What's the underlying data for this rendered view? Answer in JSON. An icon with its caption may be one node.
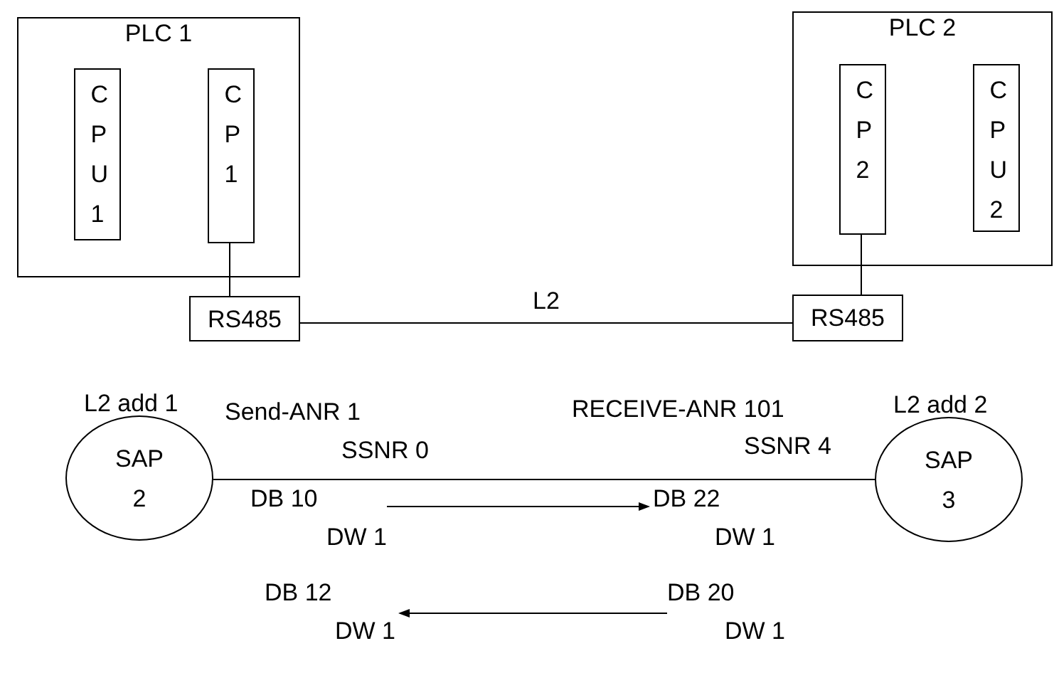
{
  "diagram": {
    "nodes": [
      {
        "text": [
          "PLC 1"
        ]
      },
      {
        "text": [
          "C P U 1"
        ],
        "in": 0
      },
      {
        "text": [
          "C P 1"
        ],
        "in": 0
      },
      {
        "text": [
          "PLC 2"
        ]
      },
      {
        "text": [
          "C P 2"
        ],
        "in": 3
      },
      {
        "text": [
          "C P U 2"
        ],
        "in": 3
      },
      {
        "text": [
          "RS485"
        ]
      },
      {
        "text": [
          "RS485"
        ]
      },
      {
        "text": [
          "SAP 2"
        ],
        "beside": [
          "L2 add 1"
        ]
      },
      {
        "text": [
          "SAP 3"
        ],
        "beside": [
          "L2 add 2"
        ]
      },
      {
        "text": [
          "DB 10",
          "DW 1"
        ]
      },
      {
        "text": [
          "DB 22",
          "DW 1"
        ]
      },
      {
        "text": [
          "DB 12",
          "DW 1"
        ]
      },
      {
        "text": [
          "DB 20",
          "DW 1"
        ]
      }
    ],
    "edges": [
      {
        "from": 2,
        "to": 6,
        "arrow": "none"
      },
      {
        "from": 4,
        "to": 7,
        "arrow": "none"
      },
      {
        "from": 6,
        "to": 7,
        "arrow": "none",
        "label": "L2"
      },
      {
        "from": 8,
        "to": 9,
        "arrow": "none"
      },
      {
        "from": 10,
        "to": 11,
        "arrow": "to"
      },
      {
        "from": 13,
        "to": 12,
        "arrow": "to"
      }
    ],
    "labels": [
      "Send-ANR 1",
      "SSNR 0",
      "RECEIVE-ANR 101",
      "SSNR 4"
    ]
  }
}
